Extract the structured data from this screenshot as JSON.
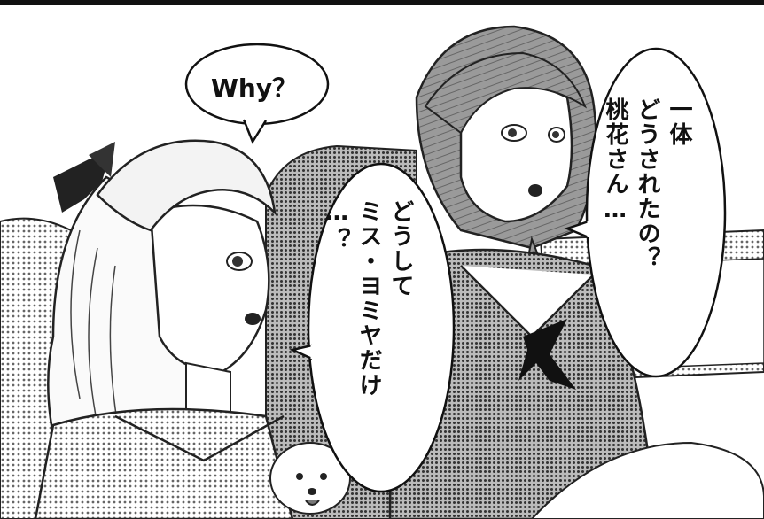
{
  "panel": {
    "bubble_why": "Why？",
    "bubble_doushite": [
      "どうして",
      "ミス・ヨミヤだけ",
      "…？"
    ],
    "bubble_ittai": [
      "一体",
      "どうされたの？",
      "桃花さん…"
    ]
  }
}
